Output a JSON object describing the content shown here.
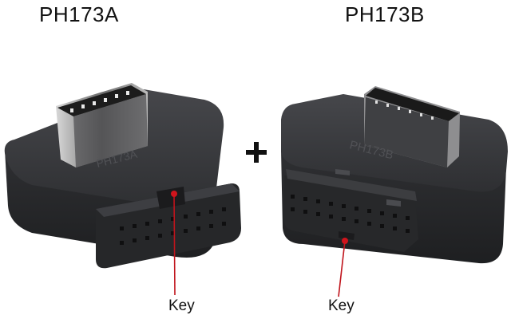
{
  "products": [
    {
      "title": "PH173A",
      "key_label": "Key",
      "engraving": "PH173A"
    },
    {
      "title": "PH173B",
      "key_label": "Key",
      "engraving": "PH173B"
    }
  ],
  "separator": "plus-sign",
  "colors": {
    "body": "#2b2c2f",
    "body_top": "#3a3b3e",
    "metal": "#9a9a9a",
    "pointer": "#c0141c",
    "text": "#111111",
    "background": "#ffffff"
  }
}
